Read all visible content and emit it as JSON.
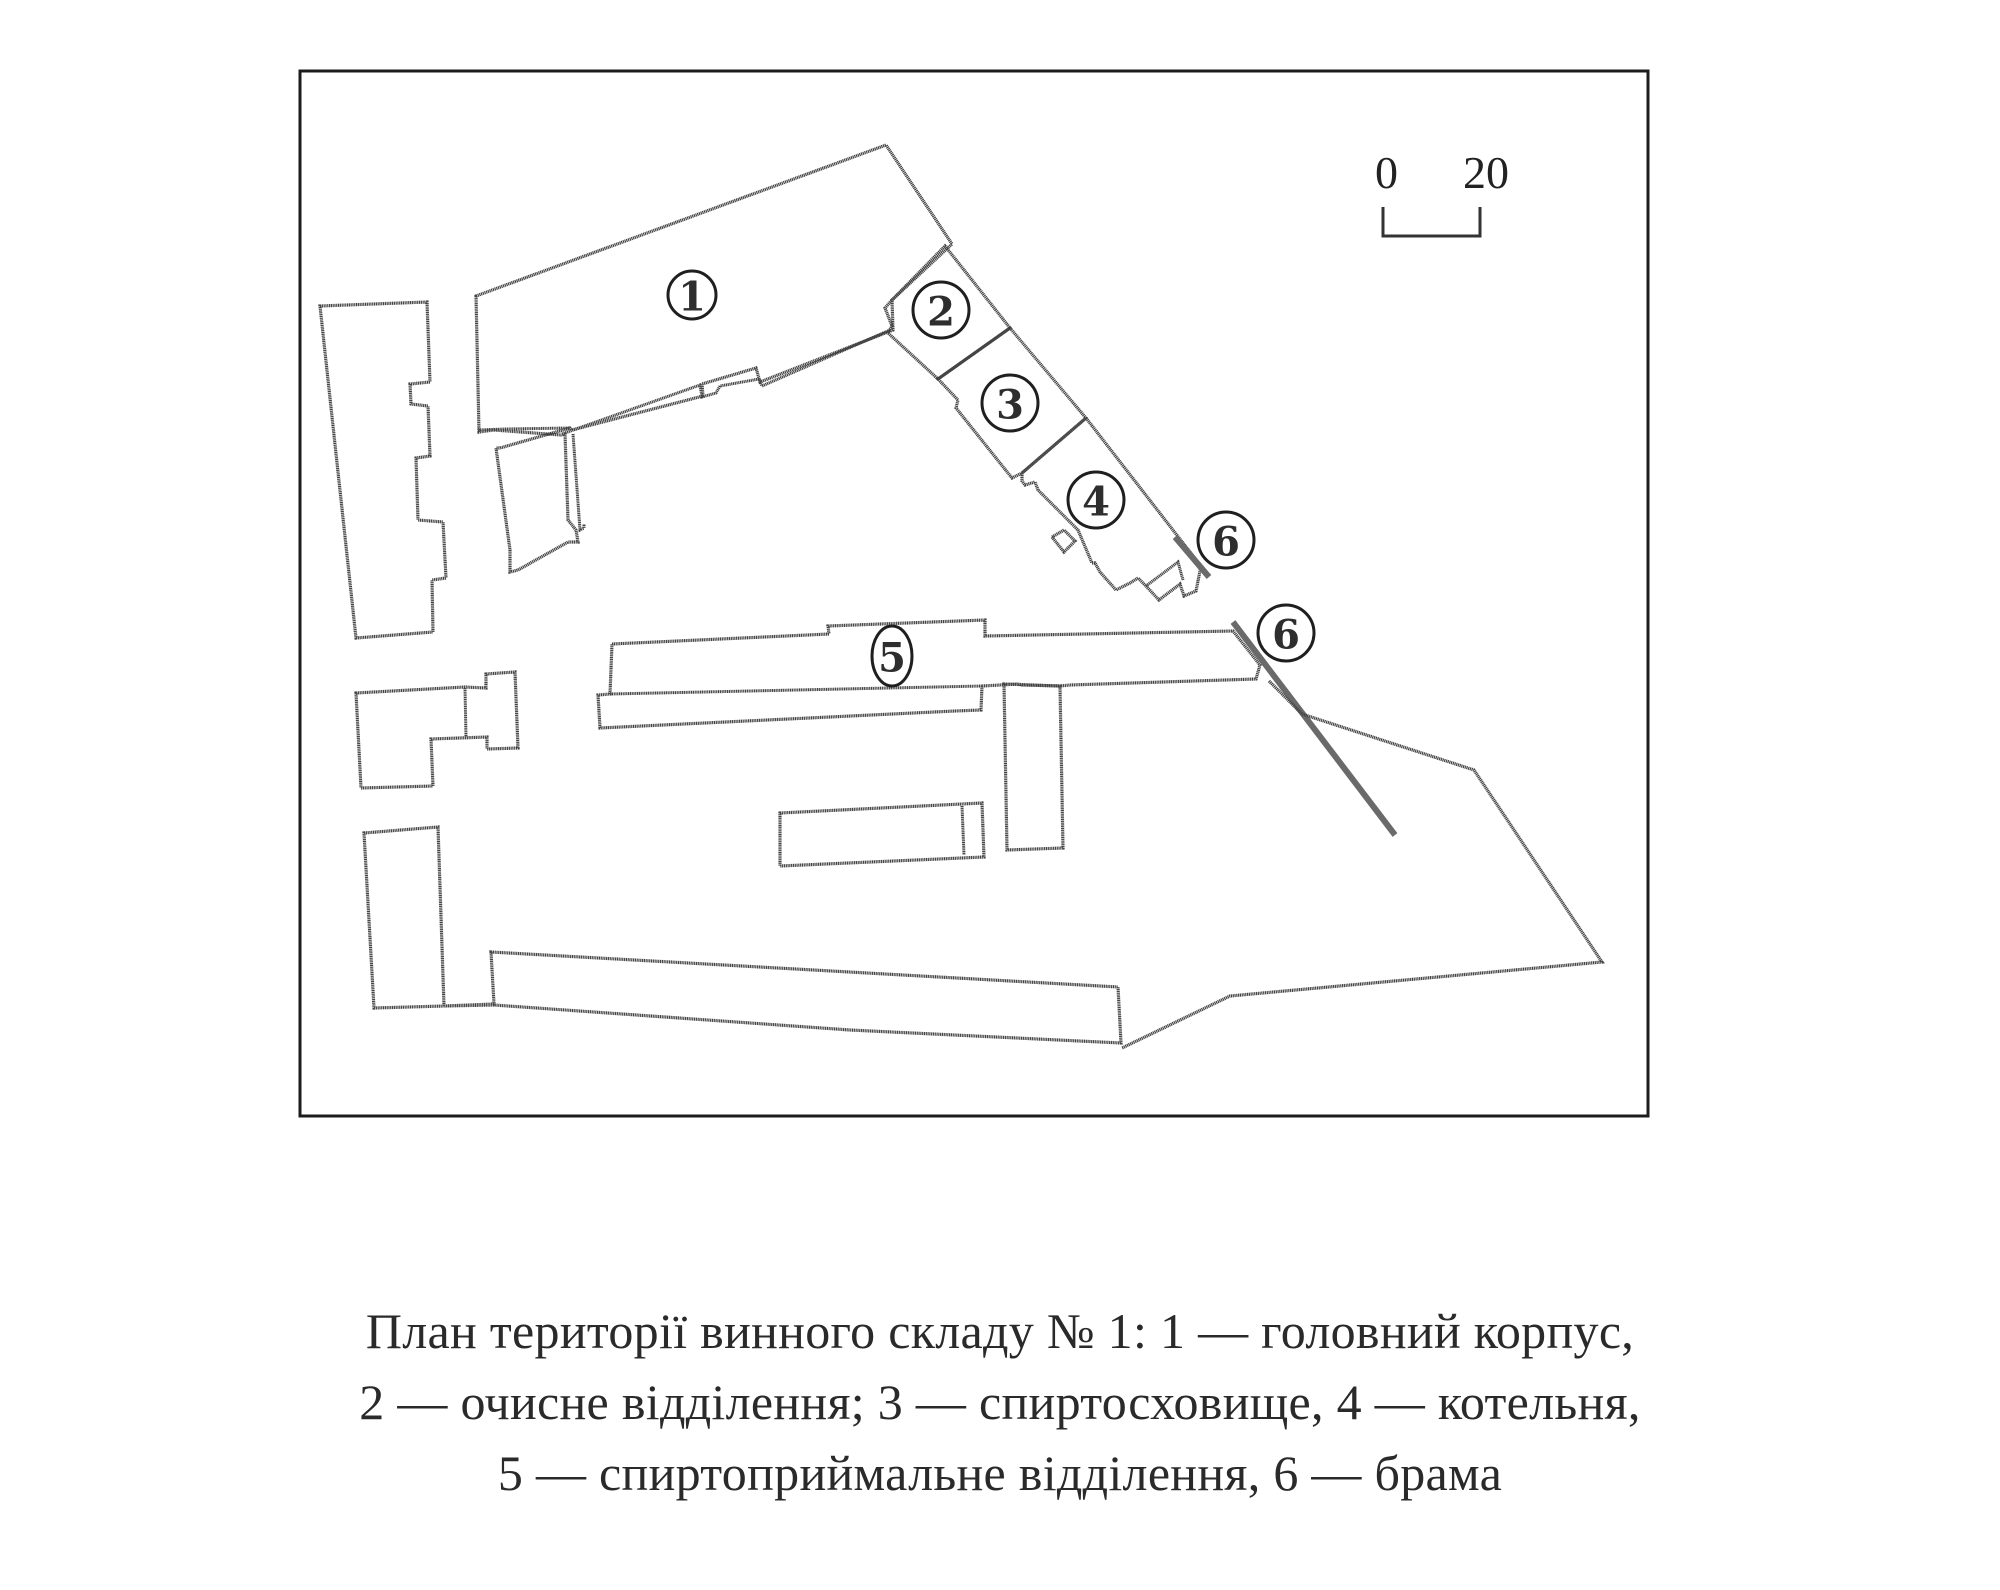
{
  "figure": {
    "type": "site-plan",
    "scale_bar": {
      "start_label": "0",
      "end_label": "20"
    },
    "markers": [
      {
        "id": "1",
        "label": "1",
        "building": "головний корпус"
      },
      {
        "id": "2",
        "label": "2",
        "building": "очисне відділення"
      },
      {
        "id": "3",
        "label": "3",
        "building": "спиртосховище"
      },
      {
        "id": "4",
        "label": "4",
        "building": "котельня"
      },
      {
        "id": "5",
        "label": "5",
        "building": "спиртоприймальне відділення"
      },
      {
        "id": "6a",
        "label": "6",
        "building": "брама"
      },
      {
        "id": "6b",
        "label": "6",
        "building": "брама"
      }
    ]
  },
  "caption": {
    "lines": [
      "План території винного складу № 1: 1 — головний корпус,",
      "2 — очисне відділення; 3 — спиртосховище, 4 — котельня,",
      "5 — спиртоприймальне відділення, 6 — брама"
    ],
    "title": "План території винного складу № 1",
    "legend": [
      {
        "number": "1",
        "text": "головний корпус"
      },
      {
        "number": "2",
        "text": "очисне відділення"
      },
      {
        "number": "3",
        "text": "спиртосховище"
      },
      {
        "number": "4",
        "text": "котельня"
      },
      {
        "number": "5",
        "text": "спиртоприймальне відділення"
      },
      {
        "number": "6",
        "text": "брама"
      }
    ]
  },
  "colors": {
    "outline": "#444444",
    "frame": "#1c1c1c",
    "gate": "#6a6a6a",
    "background": "#ffffff",
    "text": "#2a2a2a"
  }
}
